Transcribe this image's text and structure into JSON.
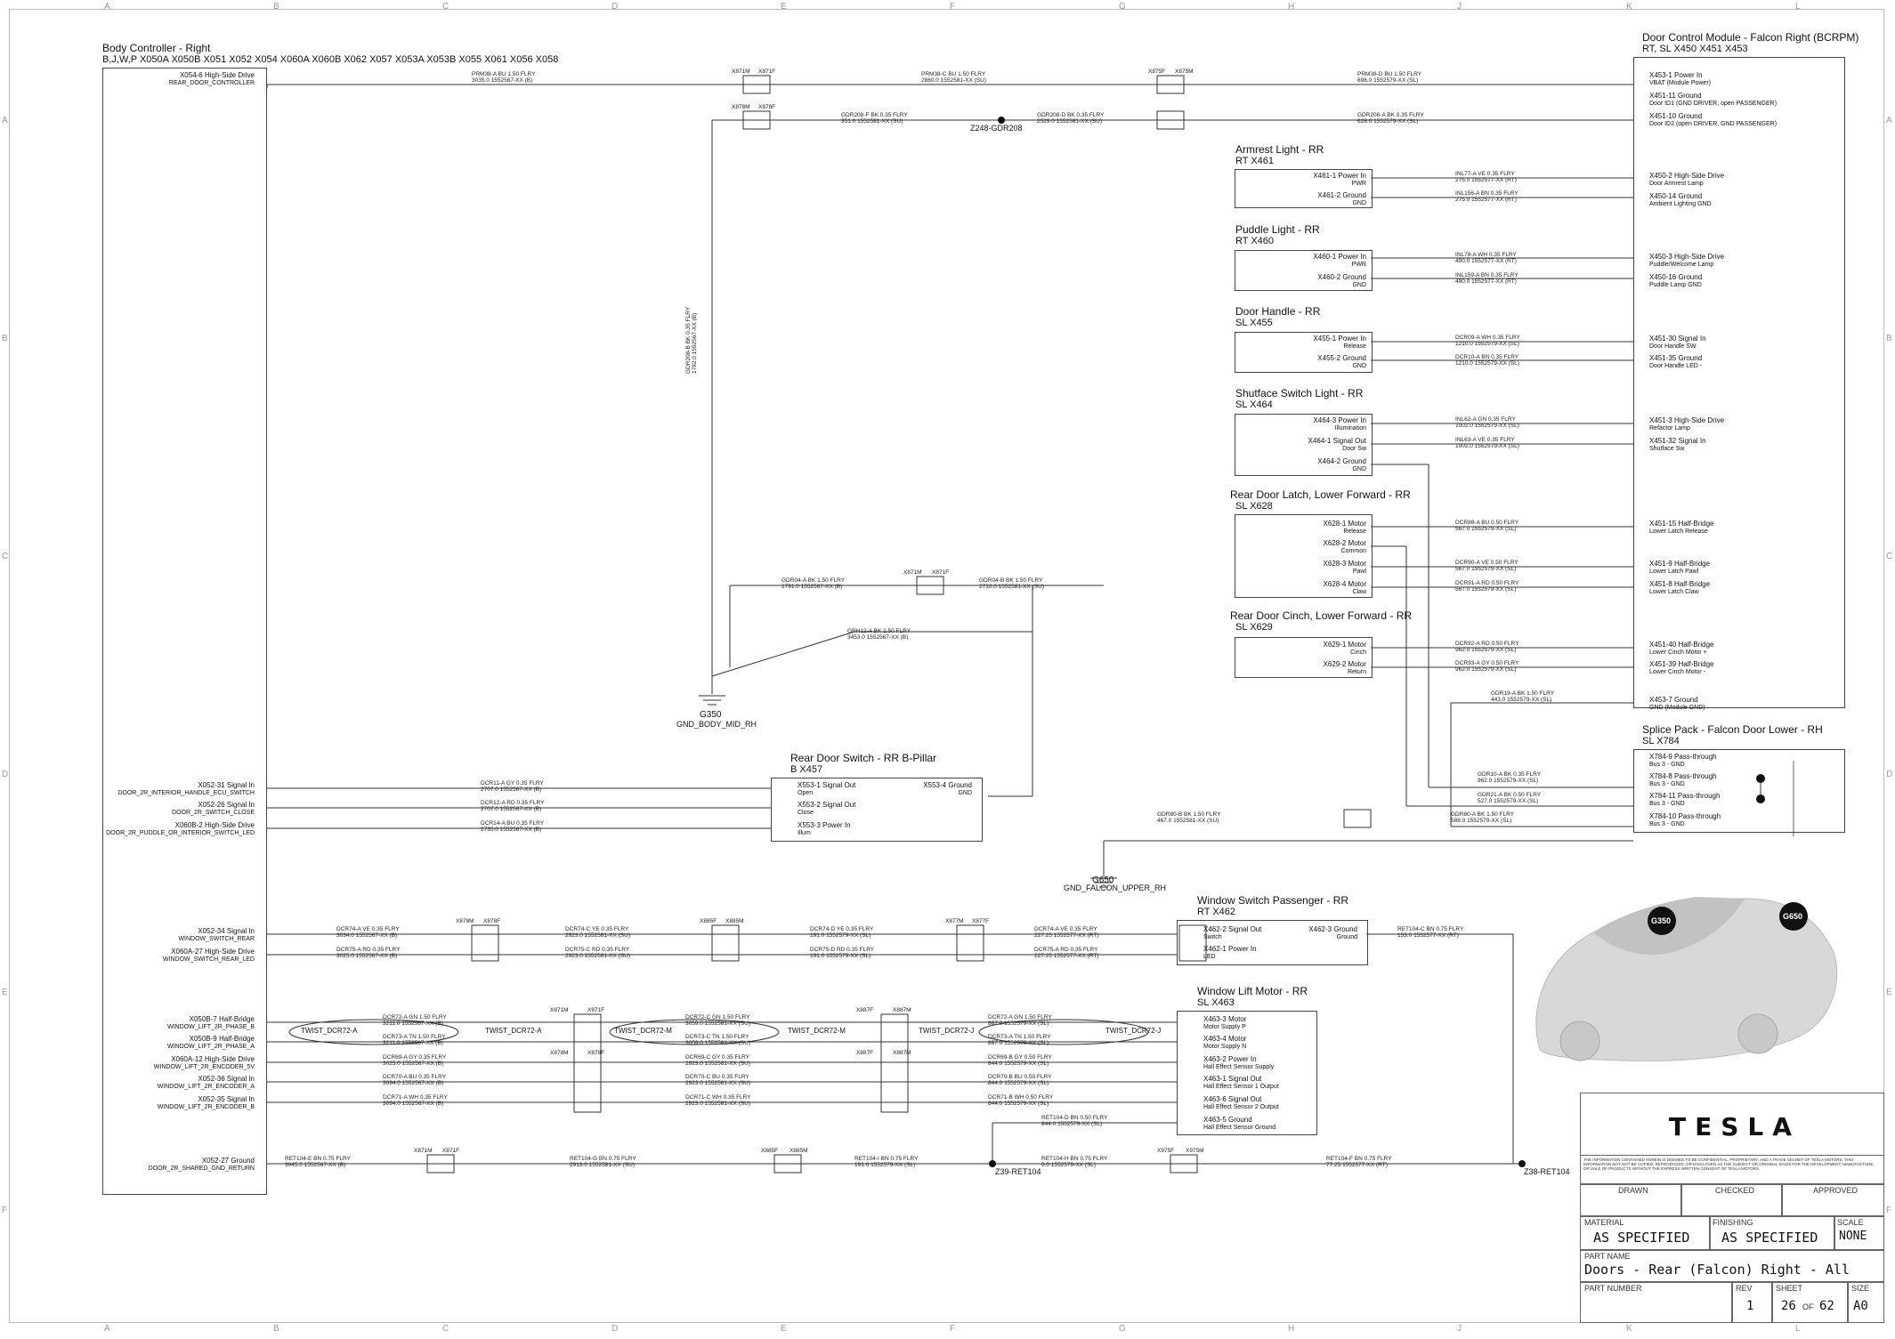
{
  "top_zones": [
    "A",
    "B",
    "C",
    "D",
    "E",
    "F",
    "G",
    "H",
    "J",
    "K",
    "L"
  ],
  "side_zones": [
    "A",
    "B",
    "C",
    "D",
    "E",
    "F"
  ],
  "body_controller": {
    "title": "Body Controller - Right",
    "connectors": "B,J,W,P      X050A  X050B  X051  X052  X054  X060A  X060B  X062  X057    X053A  X053B X055  X061  X056  X058",
    "pins": [
      {
        "label": "X054-6 High-Side Drive",
        "sub": "REAR_DOOR_CONTROLLER"
      },
      {
        "label": "X052-31 Signal In",
        "sub": "DOOR_2R_INTERIOR_HANDLE_ECU_SWITCH"
      },
      {
        "label": "X052-26 Signal In",
        "sub": "DOOR_2R_SWITCH_CLOSE"
      },
      {
        "label": "X060B-2 High-Side Drive",
        "sub": "DOOR_2R_PUDDLE_OR_INTERIOR_SWITCH_LED"
      },
      {
        "label": "X052-34 Signal In",
        "sub": "WINDOW_SWITCH_REAR"
      },
      {
        "label": "X060A-27 High-Side Drive",
        "sub": "WINDOW_SWITCH_REAR_LED"
      },
      {
        "label": "X050B-7 Half-Bridge",
        "sub": "WINDOW_LIFT_2R_PHASE_B"
      },
      {
        "label": "X050B-9 Half-Bridge",
        "sub": "WINDOW_LIFT_2R_PHASE_A"
      },
      {
        "label": "X060A-12 High-Side Drive",
        "sub": "WINDOW_LIFT_2R_ENCODER_5V"
      },
      {
        "label": "X052-36 Signal In",
        "sub": "WINDOW_LIFT_2R_ENCODER_A"
      },
      {
        "label": "X052-35 Signal In",
        "sub": "WINDOW_LIFT_2R_ENCODER_B"
      },
      {
        "label": "X052-27 Ground",
        "sub": "DOOR_2R_SHARED_GND_RETURN"
      }
    ]
  },
  "dcm": {
    "title": "Door Control Module - Falcon Right (BCRPM)",
    "connectors": "RT, SL          X450   X451   X453",
    "pins": [
      {
        "label": "X453-1 Power In",
        "sub": "VBAT (Module Power)"
      },
      {
        "label": "X451-11 Ground",
        "sub": "Door ID1 (GND DRIVER, open PASSENGER)"
      },
      {
        "label": "X451-10 Ground",
        "sub": "Door ID2 (open DRIVER, GND PASSENGER)"
      },
      {
        "label": "X450-2 High-Side Drive",
        "sub": "Door Armrest Lamp"
      },
      {
        "label": "X450-14 Ground",
        "sub": "Ambient Lighting GND"
      },
      {
        "label": "X450-3 High-Side Drive",
        "sub": "Puddle/Welcome Lamp"
      },
      {
        "label": "X450-16 Ground",
        "sub": "Puddle Lamp GND"
      },
      {
        "label": "X451-30 Signal In",
        "sub": "Door Handle SW"
      },
      {
        "label": "X451-35 Ground",
        "sub": "Door Handle LED -"
      },
      {
        "label": "X451-3 High-Side Drive",
        "sub": "Refactor Lamp"
      },
      {
        "label": "X451-32 Signal In",
        "sub": "Shutface Sw"
      },
      {
        "label": "X451-15 Half-Bridge",
        "sub": "Lower Latch Release"
      },
      {
        "label": "X451-9 Half-Bridge",
        "sub": "Lower Latch Pawl"
      },
      {
        "label": "X451-8 Half-Bridge",
        "sub": "Lower Latch Claw"
      },
      {
        "label": "X451-40 Half-Bridge",
        "sub": "Lower Cinch Motor +"
      },
      {
        "label": "X451-39 Half-Bridge",
        "sub": "Lower Cinch Motor -"
      },
      {
        "label": "X453-7 Ground",
        "sub": "GND (Module GND)"
      }
    ]
  },
  "components": [
    {
      "id": "armrest",
      "title": "Armrest Light - RR",
      "conn": "RT        X461",
      "pins": [
        {
          "label": "X461-1 Power In",
          "sub": "PWR"
        },
        {
          "label": "X461-2 Ground",
          "sub": "GND"
        }
      ]
    },
    {
      "id": "puddle",
      "title": "Puddle Light - RR",
      "conn": "RT        X460",
      "pins": [
        {
          "label": "X460-1 Power In",
          "sub": "PWR"
        },
        {
          "label": "X460-2 Ground",
          "sub": "GND"
        }
      ]
    },
    {
      "id": "handle",
      "title": "Door Handle - RR",
      "conn": "SL        X455",
      "pins": [
        {
          "label": "X455-1 Power In",
          "sub": "Release"
        },
        {
          "label": "X455-2 Ground",
          "sub": "GND"
        }
      ]
    },
    {
      "id": "shutface",
      "title": "Shutface Switch Light - RR",
      "conn": "SL        X464",
      "pins": [
        {
          "label": "X464-3 Power In",
          "sub": "Illumination"
        },
        {
          "label": "X464-1 Signal Out",
          "sub": "Door Sw"
        },
        {
          "label": "X464-2 Ground",
          "sub": "GND"
        }
      ]
    },
    {
      "id": "latch",
      "title": "Rear Door Latch, Lower Forward - RR",
      "conn": "SL        X628",
      "pins": [
        {
          "label": "X628-1 Motor",
          "sub": "Release"
        },
        {
          "label": "X628-2 Motor",
          "sub": "Common"
        },
        {
          "label": "X628-3 Motor",
          "sub": "Pawl"
        },
        {
          "label": "X628-4 Motor",
          "sub": "Claw"
        }
      ]
    },
    {
      "id": "cinch",
      "title": "Rear Door Cinch, Lower Forward - RR",
      "conn": "SL        X629",
      "pins": [
        {
          "label": "X629-1 Motor",
          "sub": "Cinch"
        },
        {
          "label": "X629-2 Motor",
          "sub": "Return"
        }
      ]
    }
  ],
  "splice": {
    "title": "Splice Pack - Falcon Door Lower - RH",
    "conn": "SL        X784",
    "pins": [
      {
        "label": "X784-9 Pass-through",
        "sub": "Bus 3 - GND"
      },
      {
        "label": "X784-8 Pass-through",
        "sub": "Bus 3 - GND"
      },
      {
        "label": "X784-11 Pass-through",
        "sub": "Bus 3 - GND"
      },
      {
        "label": "X784-10 Pass-through",
        "sub": "Bus 3 - GND"
      }
    ]
  },
  "door_switch": {
    "title": "Rear Door Switch - RR B-Pillar",
    "conn": "B        X457",
    "pins_left": [
      {
        "label": "X553-1 Signal Out",
        "sub": "Open"
      },
      {
        "label": "X553-2 Signal Out",
        "sub": "Close"
      },
      {
        "label": "X553-3 Power In",
        "sub": "Illum"
      }
    ],
    "pin_right": {
      "label": "X553-4 Ground",
      "sub": "GND"
    }
  },
  "window_switch": {
    "title": "Window Switch Passenger - RR",
    "conn": "RT        X462",
    "pins_left": [
      {
        "label": "X462-2 Signal Out",
        "sub": "Switch"
      },
      {
        "label": "X462-1 Power In",
        "sub": "LED"
      }
    ],
    "pin_right": {
      "label": "X462-3 Ground",
      "sub": "Ground"
    }
  },
  "window_motor": {
    "title": "Window Lift Motor - RR",
    "conn": "SL        X463",
    "pins": [
      {
        "label": "X463-3 Motor",
        "sub": "Motor Supply P"
      },
      {
        "label": "X463-4 Motor",
        "sub": "Motor Supply N"
      },
      {
        "label": "X463-2 Power In",
        "sub": "Hall Effect Sensor  Supply"
      },
      {
        "label": "X463-1 Signal Out",
        "sub": "Hall Effect Sensor 1 Output"
      },
      {
        "label": "X463-6 Signal Out",
        "sub": "Hall Effect Sensor 2 Output"
      },
      {
        "label": "X463-5 Ground",
        "sub": "Hall Effect Sensor Ground"
      }
    ]
  },
  "grounds": [
    {
      "id": "G350",
      "label": "G350",
      "sub": "GND_BODY_MID_RH"
    },
    {
      "id": "G650",
      "label": "G650",
      "sub": "GND_FALCON_UPPER_RH"
    }
  ],
  "splices": [
    "Z248-GDR208",
    "Z39-RET104",
    "Z38-RET104"
  ],
  "twist_labels": [
    "TWIST_DCR72-A",
    "TWIST_DCR72-A",
    "TWIST_DCR72-M",
    "TWIST_DCR72-M",
    "TWIST_DCR72-J",
    "TWIST_DCR72-J"
  ],
  "wires": [
    {
      "name": "PRM38-A   BU   1.50   FLRY",
      "spec": "3035.0     1552567-XX (B)"
    },
    {
      "name": "PRM38-C   BU   1.50   FLRY",
      "spec": "2860.0     1552581-XX (SU)"
    },
    {
      "name": "PRM38-D   BU   1.50   FLRY",
      "spec": "698.0      1552579-XX (SL)"
    },
    {
      "name": "GDR208-F   BK   0.35   FLRY",
      "spec": "351.0    1552581-XX (SU)"
    },
    {
      "name": "GDR208-D   BK   0.35   FLRY",
      "spec": "2529.0   1552581-XX (SU)"
    },
    {
      "name": "GDR208-A   BK   0.35   FLRY",
      "spec": "628.0    1552579-XX (SL)"
    },
    {
      "name": "INL77-A   VE   0.35   FLRY",
      "spec": "275.0    1552577-XX (RT)"
    },
    {
      "name": "INL156-A   BN   0.35   FLRY",
      "spec": "275.0    1552577-XX (RT)"
    },
    {
      "name": "INL78-A   WH   0.35   FLRY",
      "spec": "490.0    1552577-XX (RT)"
    },
    {
      "name": "INL159-A   BN   0.35   FLRY",
      "spec": "490.0    1552577-XX (RT)"
    },
    {
      "name": "DCR09-A   WH   0.35   FLRY",
      "spec": "1210.0   1552579-XX (SL)"
    },
    {
      "name": "DCR10-A   BN   0.35   FLRY",
      "spec": "1210.0   1552579-XX (SL)"
    },
    {
      "name": "INL62-A   GN   0.35   FLRY",
      "spec": "1002.0   1552579-XX (SL)"
    },
    {
      "name": "INL63-A   VE   0.35   FLRY",
      "spec": "1002.0   1552579-XX (SL)"
    },
    {
      "name": "DCR88-A   BU   0.50   FLRY",
      "spec": "567.0    1552579-XX (SL)"
    },
    {
      "name": "DCR90-A   VE   0.50   FLRY",
      "spec": "567.0    1552579-XX (SL)"
    },
    {
      "name": "DCR91-A   RD   0.50   FLRY",
      "spec": "567.0    1552579-XX (SL)"
    },
    {
      "name": "DCR92-A   RD   0.50   FLRY",
      "spec": "962.0    1552579-XX (SL)"
    },
    {
      "name": "DCR93-A   GY   0.50   FLRY",
      "spec": "962.0    1552579-XX (SL)"
    },
    {
      "name": "GDR19-A   BK   1.50   FLRY",
      "spec": "443.0    1552579-XX (SL)"
    },
    {
      "name": "GDR10-A   BK   0.35   FLRY",
      "spec": "962.0    1552579-XX (SL)"
    },
    {
      "name": "GDR21-A   BK   0.50   FLRY",
      "spec": "527.0    1552579-XX (SL)"
    },
    {
      "name": "GDR80-A   BK   1.50   FLRY",
      "spec": "588.0    1552579-XX (SL)"
    },
    {
      "name": "GDR80-B   BK   1.50   FLRY",
      "spec": "467.0    1552581-XX (SU)"
    },
    {
      "name": "GDR04-A   BK   1.50   FLRY",
      "spec": "1791.0    1552567-XX (B)"
    },
    {
      "name": "GDR04-B   BK   1.50   FLRY",
      "spec": "2710.0    1552581-XX (SU)"
    },
    {
      "name": "GRH12-A   BK   1.50   FLRY",
      "spec": "3453.0    1552567-XX (B)"
    },
    {
      "name": "GDR208-B   BK   0.35   FLRY",
      "spec": "1782.0   1552567-XX (B)"
    },
    {
      "name": "DCR11-A   GY   0.35   FLRY",
      "spec": "2707.0    1552567-XX (B)"
    },
    {
      "name": "DCR12-A   RD   0.35   FLRY",
      "spec": "2707.0    1552567-XX (B)"
    },
    {
      "name": "DCR14-A   BU   0.35   FLRY",
      "spec": "2735.0    1552567-XX (B)"
    },
    {
      "name": "DCR74-A   VE   0.35   FLRY",
      "spec": "3034.0    1552567-XX (B)"
    },
    {
      "name": "DCR75-A   RD   0.35   FLRY",
      "spec": "3025.0    1552567-XX (B)"
    },
    {
      "name": "DCR74-C   YE   0.35   FLRY",
      "spec": "2923.0    1552581-XX (SU)"
    },
    {
      "name": "DCR75-C   RD   0.35   FLRY",
      "spec": "2923.0    1552581-XX (SU)"
    },
    {
      "name": "DCR74-D   YE   0.35   FLRY",
      "spec": "191.0     1552579-XX (SL)"
    },
    {
      "name": "DCR75-D   RD   0.35   FLRY",
      "spec": "191.0     1552579-XX (SL)"
    },
    {
      "name": "DCR74-A   VE   0.35   FLRY",
      "spec": "227.25    1552577-XX (RT)"
    },
    {
      "name": "DCR75-A   RD   0.35   FLRY",
      "spec": "227.25    1552577-XX (RT)"
    },
    {
      "name": "RET104-C   BN   0.75   FLRY",
      "spec": "153.0    1552577-XX (RT)"
    },
    {
      "name": "DCR72-A   GN   1.50   FLRY",
      "spec": "3211.0   1552567-XX (B)"
    },
    {
      "name": "DCR73-A   TN   1.50   FLRY",
      "spec": "3211.0   1552567-XX (B)"
    },
    {
      "name": "DCR69-A   GY   0.35   FLRY",
      "spec": "3025.0   1552567-XX (B)"
    },
    {
      "name": "DCR70-A   BU   0.35   FLRY",
      "spec": "3094.0   1552567-XX (B)"
    },
    {
      "name": "DCR71-A   WH   0.35   FLRY",
      "spec": "3094.0   1552567-XX (B)"
    },
    {
      "name": "DCR72-C   GN   1.50   FLRY",
      "spec": "3059.0   1552581-XX (SU)"
    },
    {
      "name": "DCR73-C   TN   1.50   FLRY",
      "spec": "3059.0   1552581-XX (SU)"
    },
    {
      "name": "DCR69-C   GY   0.35   FLRY",
      "spec": "2923.0   1552581-XX (SU)"
    },
    {
      "name": "DCR70-C   BU   0.35   FLRY",
      "spec": "2923.0   1552581-XX (SU)"
    },
    {
      "name": "DCR71-C   WH   0.35   FLRY",
      "spec": "2923.0   1552581-XX (SU)"
    },
    {
      "name": "DCR72-A   GN   1.50   FLRY",
      "spec": "887.0    1552579-XX (SL)"
    },
    {
      "name": "DCR73-A   TN   1.50   FLRY",
      "spec": "887.0    1552579-XX (SL)"
    },
    {
      "name": "DCR69-B   GY   0.50   FLRY",
      "spec": "844.0    1552579-XX (SL)"
    },
    {
      "name": "DCR70-B   BU   0.50   FLRY",
      "spec": "844.0    1552579-XX (SL)"
    },
    {
      "name": "DCR71-B   WH   0.50   FLRY",
      "spec": "844.0    1552579-XX (SL)"
    },
    {
      "name": "RET104-D   BN   0.50   FLRY",
      "spec": "844.0    1552579-XX (SL)"
    },
    {
      "name": "RET104-E   BN   0.75   FLRY",
      "spec": "3045.0   1552567-XX (B)"
    },
    {
      "name": "RET104-G   BN   0.75   FLRY",
      "spec": "2913.0   1552581-XX (SU)"
    },
    {
      "name": "RET104-I   BN   0.75   FLRY",
      "spec": "191.0    1552579-XX (SL)"
    },
    {
      "name": "RET104-H   BN   0.75   FLRY",
      "spec": "0.0      1552579-XX (SL)"
    },
    {
      "name": "RET104-F   BN   0.75   FLRY",
      "spec": "77.25    1552577-XX (RT)"
    }
  ],
  "inline_connectors": [
    "X871M",
    "X871F",
    "X878M",
    "X878F",
    "X875F",
    "X875M",
    "X871M",
    "X871F",
    "X878M",
    "X878F",
    "X885F",
    "X885M",
    "X877M",
    "X877F",
    "X871M",
    "X871F",
    "X878M",
    "X878F",
    "X887F",
    "X887M",
    "X871M",
    "X871F",
    "X885F",
    "X885M",
    "X887F",
    "X887M",
    "X975F",
    "X975M"
  ],
  "title_block": {
    "logo": "TESLA",
    "disclaimer": "THE INFORMATION CONTAINED HEREIN IS DEEMED TO BE CONFIDENTIAL, PROPRIETARY, AND A TRADE SECRET OF TESLA MOTORS. THIS INFORMATION MAY NOT BE COPIED, REPRODUCED, OR DISCLOSED AS THE SUBJECT OR ORIGINAL BASIS FOR THE DEVELOPMENT, MANUFACTURE, OR SALE OF PRODUCTS WITHOUT THE EXPRESS WRITTEN CONSENT OF TESLA MOTORS.",
    "drawn": "DRAWN",
    "checked": "CHECKED",
    "approved": "APPROVED",
    "material_label": "MATERIAL",
    "material": "AS SPECIFIED",
    "finishing_label": "FINISHING",
    "finishing": "AS SPECIFIED",
    "scale_label": "SCALE",
    "scale": "NONE",
    "part_name_label": "PART NAME",
    "part_name": "Doors - Rear (Falcon) Right - All",
    "part_number_label": "PART NUMBER",
    "rev_label": "REV",
    "rev": "1",
    "sheet_label": "SHEET",
    "sheet": "26",
    "of": "OF",
    "sheet_total": "62",
    "size_label": "SIZE",
    "size": "A0"
  },
  "car_labels": [
    "G350",
    "G650"
  ]
}
